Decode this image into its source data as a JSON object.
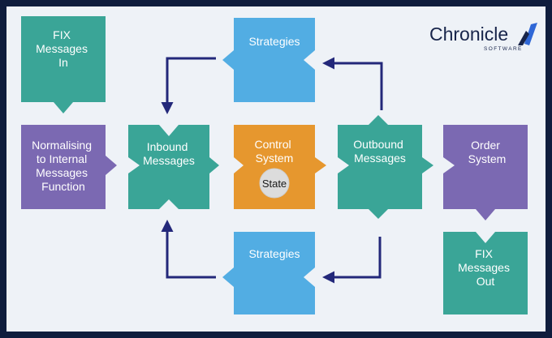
{
  "logo": {
    "name": "Chronicle",
    "sub": "SOFTWARE"
  },
  "nodes": {
    "fix_in": {
      "lines": [
        "FIX",
        "Messages",
        "In"
      ],
      "color": "#3aa597"
    },
    "normalising": {
      "lines": [
        "Normalising",
        "to Internal",
        "Messages",
        "Function"
      ],
      "color": "#7b69b2"
    },
    "inbound": {
      "lines": [
        "Inbound",
        "Messages"
      ],
      "color": "#3aa597"
    },
    "control": {
      "lines": [
        "Control",
        "System"
      ],
      "color": "#e6972e"
    },
    "state": {
      "label": "State"
    },
    "outbound": {
      "lines": [
        "Outbound",
        "Messages"
      ],
      "color": "#3aa597"
    },
    "order": {
      "lines": [
        "Order",
        "System"
      ],
      "color": "#7b69b2"
    },
    "fix_out": {
      "lines": [
        "FIX",
        "Messages",
        "Out"
      ],
      "color": "#3aa597"
    },
    "strategies_top": {
      "lines": [
        "Strategies"
      ],
      "color": "#52ade3"
    },
    "strategies_bottom": {
      "lines": [
        "Strategies"
      ],
      "color": "#52ade3"
    }
  },
  "arrow_color": "#23287a"
}
